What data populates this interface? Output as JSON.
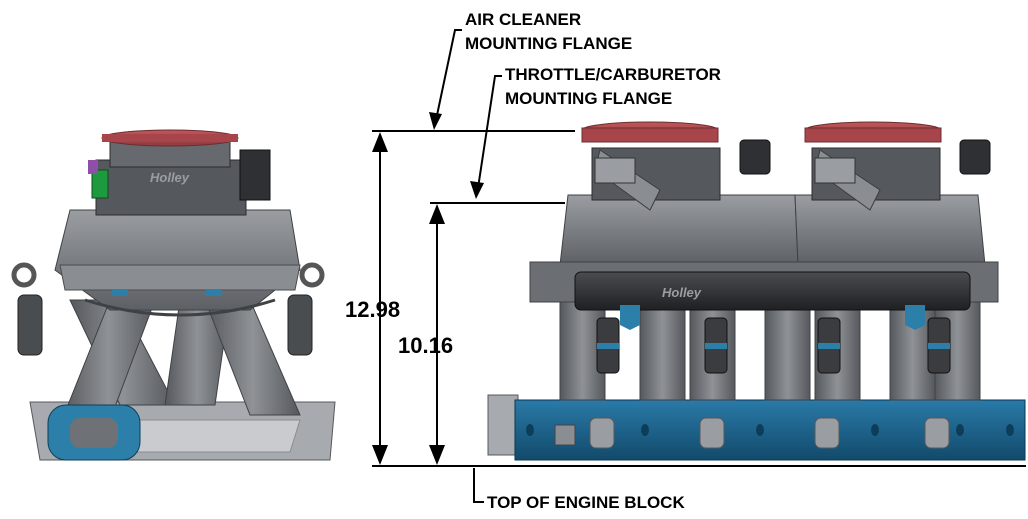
{
  "callouts": {
    "air_cleaner_line1": "AIR CLEANER",
    "air_cleaner_line2": "MOUNTING FLANGE",
    "throttle_line1": "THROTTLE/CARBURETOR",
    "throttle_line2": "MOUNTING FLANGE",
    "engine_block": "TOP OF ENGINE BLOCK"
  },
  "dimensions": {
    "overall_height": "12.98",
    "flange_height": "10.16"
  },
  "branding": {
    "logo_text": "Holley"
  },
  "colors": {
    "flange_red": "#a8454a",
    "casting_gray": "#7d8084",
    "dark_metal": "#3a3c40",
    "rail_black": "#2b2c2f",
    "gasket_blue": "#2b7fa8",
    "head_blue": "#1d5f86",
    "accent_green": "#1e9a3e",
    "accent_purple": "#8e4fa8"
  }
}
